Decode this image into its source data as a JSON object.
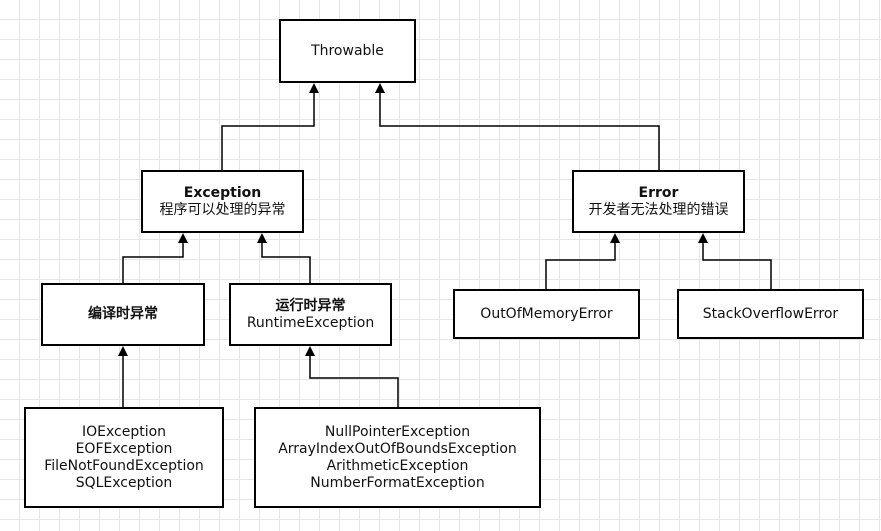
{
  "diagram": {
    "throwable": {
      "label": "Throwable"
    },
    "exception": {
      "title": "Exception",
      "subtitle": "程序可以处理的异常"
    },
    "error": {
      "title": "Error",
      "subtitle": "开发者无法处理的错误"
    },
    "compile_time": {
      "title": "编译时异常"
    },
    "runtime": {
      "title": "运行时异常",
      "subtitle": "RuntimeException"
    },
    "out_of_memory": {
      "label": "OutOfMemoryError"
    },
    "stack_overflow": {
      "label": "StackOverflowError"
    },
    "checked_list": [
      "IOException",
      "EOFException",
      "FileNotFoundException",
      "SQLException"
    ],
    "unchecked_list": [
      "NullPointerException",
      "ArrayIndexOutOfBoundsException",
      "ArithmeticException",
      "NumberFormatException"
    ],
    "edges": [
      {
        "from": "exception",
        "to": "throwable"
      },
      {
        "from": "error",
        "to": "throwable"
      },
      {
        "from": "compile_time",
        "to": "exception"
      },
      {
        "from": "runtime",
        "to": "exception"
      },
      {
        "from": "out_of_memory",
        "to": "error"
      },
      {
        "from": "stack_overflow",
        "to": "error"
      },
      {
        "from": "checked_list",
        "to": "compile_time"
      },
      {
        "from": "unchecked_list",
        "to": "runtime"
      }
    ]
  }
}
